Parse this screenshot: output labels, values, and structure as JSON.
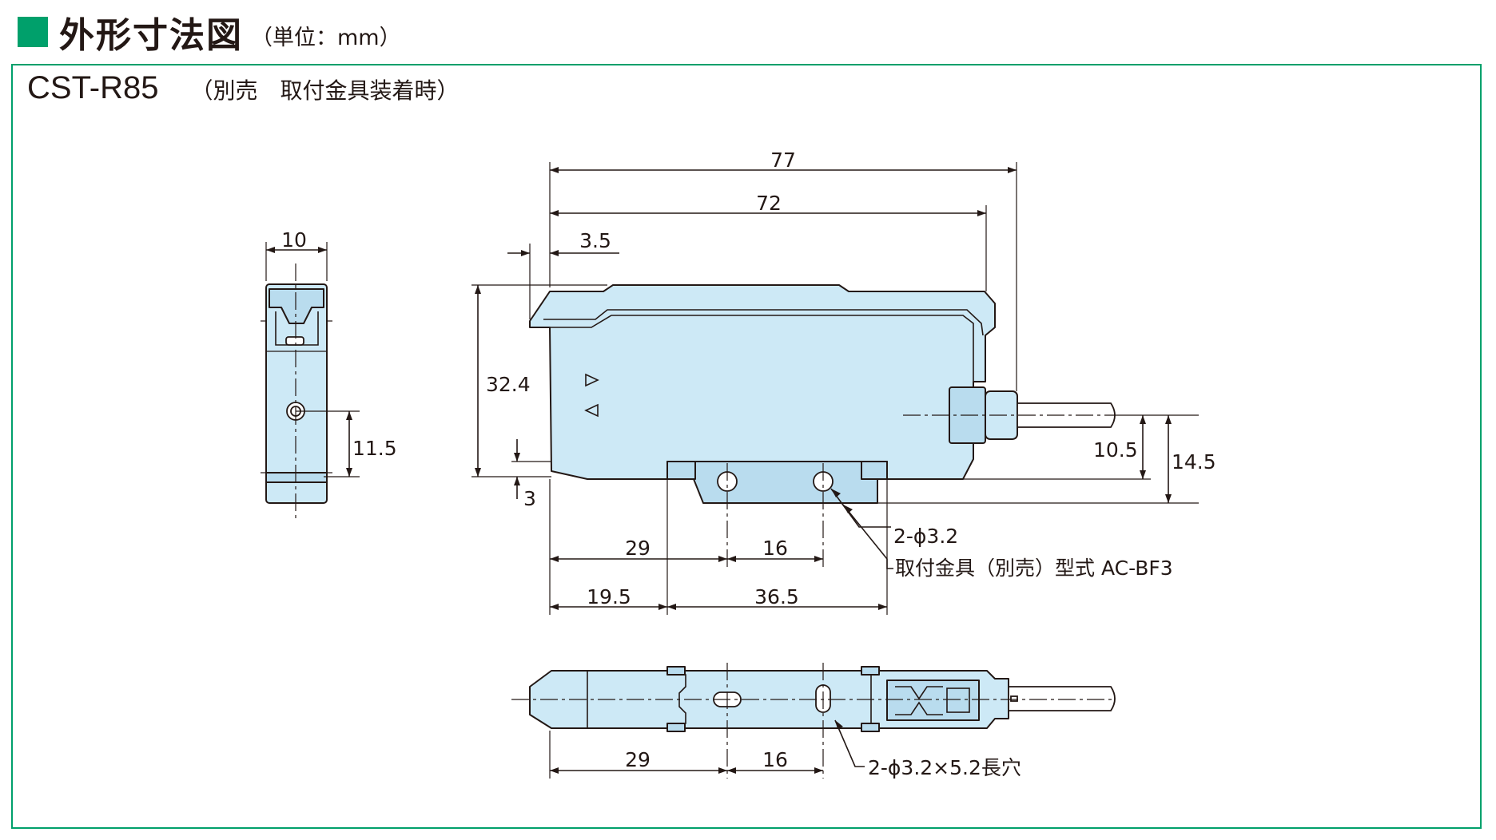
{
  "title": {
    "text": "外形寸法図",
    "unit": "（単位：mm）"
  },
  "model": {
    "name": "CST-R85",
    "note": "（別売　取付金具装着時）"
  },
  "dimensions": {
    "side_width": "10",
    "side_height": "11.5",
    "total_length": "77",
    "body_length": "72",
    "front_offset": "3.5",
    "height": "32.4",
    "base_offset": "3",
    "cable_height": "10.5",
    "bracket_height": "14.5",
    "hole_pos_1": "29",
    "hole_pitch": "16",
    "bracket_start": "19.5",
    "bracket_length": "36.5",
    "bottom_hole_pos": "29",
    "bottom_hole_pitch": "16"
  },
  "notes": {
    "hole_spec": "2-ϕ3.2",
    "bracket_spec": "取付金具（別売）型式 AC-BF3",
    "slot_spec": "2-ϕ3.2×5.2長穴"
  },
  "colors": {
    "accent": "#00a06b",
    "body_fill": "#cde9f6",
    "line": "#231815"
  }
}
